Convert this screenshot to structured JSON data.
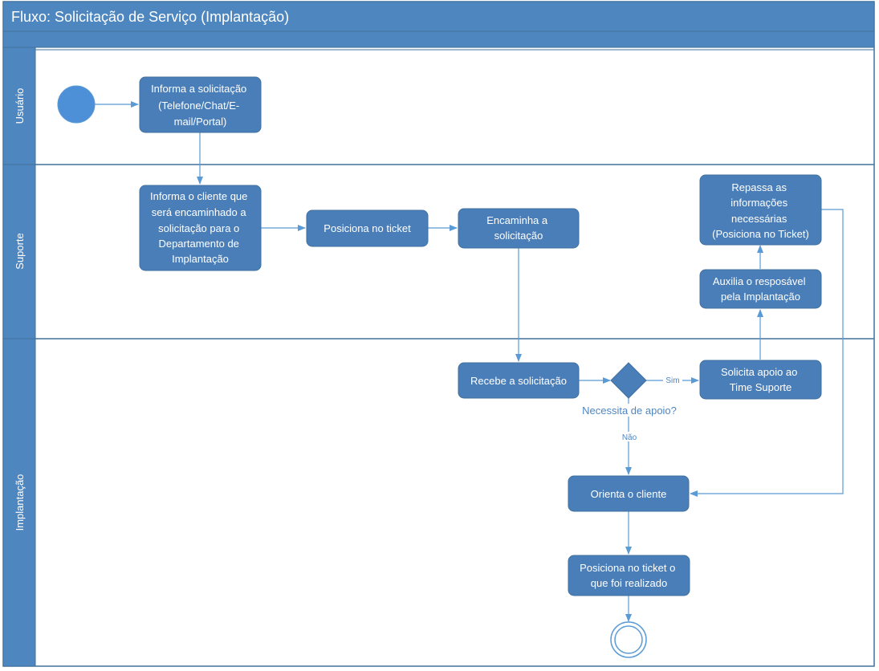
{
  "title": "Fluxo: Solicitação de Serviço (Implantação)",
  "colors": {
    "header": "#4e86c0",
    "task_fill": "#4a7eb8",
    "task_stroke": "#41709f",
    "lane_border": "#41719c",
    "start": "#4d90d8",
    "connector": "#5b9bd5",
    "label": "#4e86c0"
  },
  "lanes": [
    {
      "id": "usuario",
      "label": "Usuário"
    },
    {
      "id": "suporte",
      "label": "Suporte"
    },
    {
      "id": "implantacao",
      "label": "Implantação"
    }
  ],
  "tasks": [
    {
      "id": "t1",
      "lines": [
        "Informa a solicitação",
        "(Telefone/Chat/E-",
        "mail/Portal)"
      ]
    },
    {
      "id": "t2",
      "lines": [
        "Informa o cliente que",
        "será encaminhado a",
        "solicitação para o",
        "Departamento de",
        "Implantação"
      ]
    },
    {
      "id": "t3",
      "lines": [
        "Posiciona no ticket"
      ]
    },
    {
      "id": "t4",
      "lines": [
        "Encaminha a",
        "solicitação"
      ]
    },
    {
      "id": "t5",
      "lines": [
        "Repassa as",
        "informações",
        "necessárias",
        "(Posiciona no Ticket)"
      ]
    },
    {
      "id": "t6",
      "lines": [
        "Auxilia o resposável",
        "pela Implantação"
      ]
    },
    {
      "id": "t7",
      "lines": [
        "Recebe a solicitação"
      ]
    },
    {
      "id": "t8",
      "lines": [
        "Solicita apoio ao",
        "Time Suporte"
      ]
    },
    {
      "id": "t9",
      "lines": [
        "Orienta o cliente"
      ]
    },
    {
      "id": "t10",
      "lines": [
        "Posiciona no ticket o",
        "que foi realizado"
      ]
    }
  ],
  "decision": {
    "label": "Necessita de apoio?"
  },
  "edge_labels": {
    "yes": "Sim",
    "no": "Não"
  }
}
